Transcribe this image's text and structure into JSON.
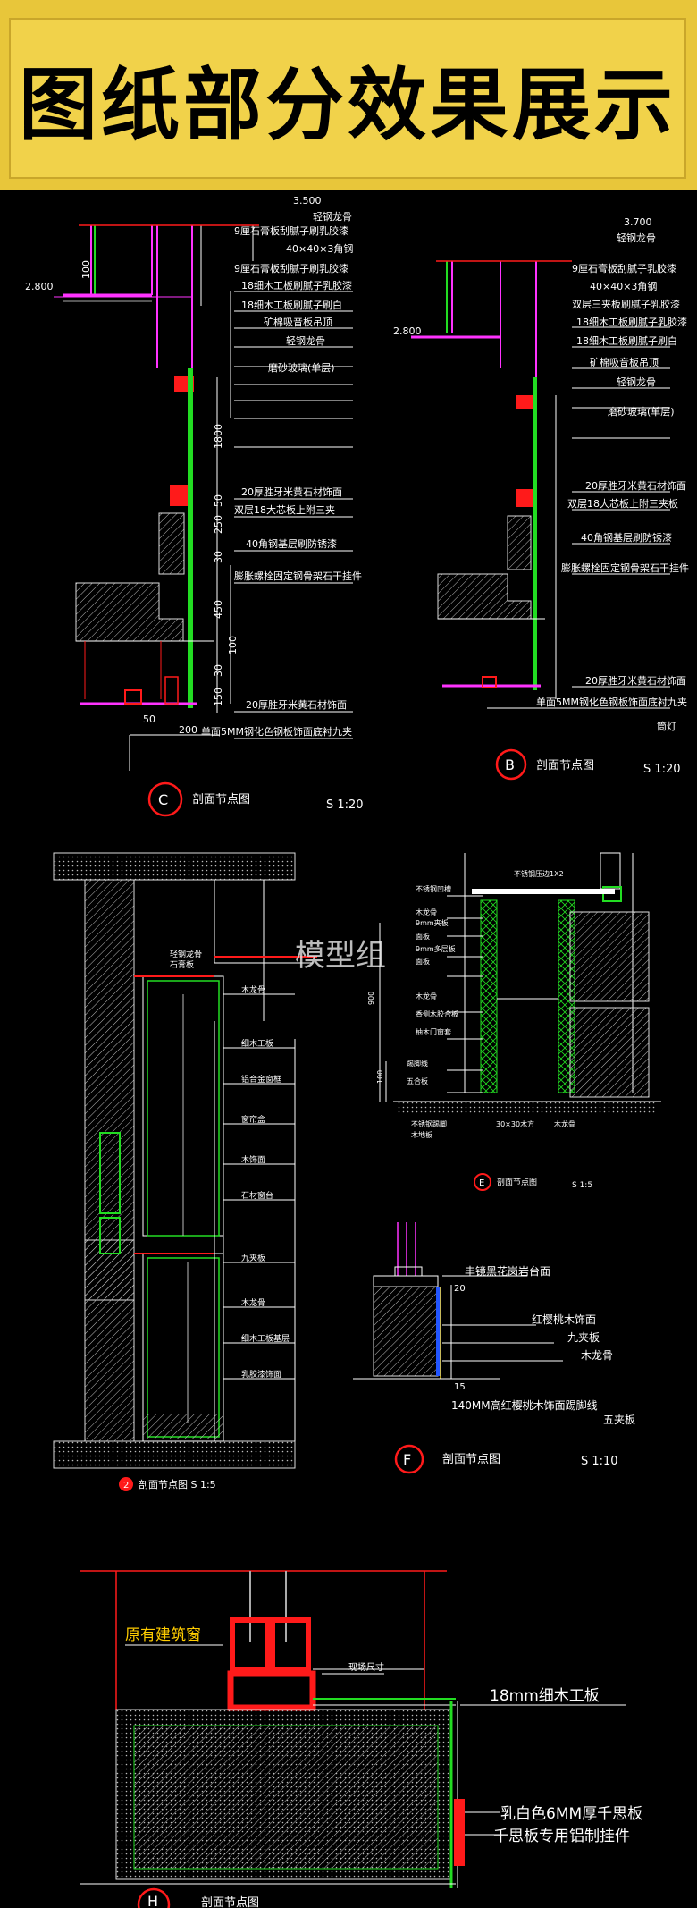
{
  "banner": {
    "title": "图纸部分效果展示",
    "bg_color": "#f1d24a"
  },
  "watermark": "模型组",
  "colors": {
    "magenta": "#ff33ff",
    "green": "#22dd22",
    "red": "#ff1a1a",
    "white": "#ffffff",
    "line_gray": "#aaaaaa"
  },
  "detail_c": {
    "letter": "C",
    "title": "剖面节点图",
    "scale": "S 1:20",
    "level_top": "3.500",
    "level_side": "2.800",
    "labels": [
      "轻钢龙骨",
      "9厘石膏板刮腻子刷乳胶漆",
      "40×40×3角钢",
      "9厘石膏板刮腻子刷乳胶漆",
      "18细木工板刷腻子乳胶漆",
      "18细木工板刷腻子刷白",
      "矿棉吸音板吊顶",
      "轻钢龙骨",
      "磨砂玻璃(单层)",
      "20厚胜牙米黄石材饰面",
      "双层18大芯板上附三夹",
      "40角钢基层刷防锈漆",
      "膨胀螺栓固定钢骨架石干挂件",
      "20厚胜牙米黄石材饰面",
      "单面5MM钢化色钢板饰面底衬九夹"
    ],
    "dims": [
      "100",
      "1800",
      "50",
      "250",
      "30",
      "450",
      "100",
      "30",
      "150",
      "50",
      "200"
    ]
  },
  "detail_b": {
    "letter": "B",
    "title": "剖面节点图",
    "scale": "S 1:20",
    "level_top": "3.700",
    "level_side": "2.800",
    "labels": [
      "轻钢龙骨",
      "9厘石膏板刮腻子乳胶漆",
      "40×40×3角钢",
      "双层三夹板刷腻子乳胶漆",
      "18细木工板刷腻子乳胶漆",
      "18细木工板刷腻子刷白",
      "矿棉吸音板吊顶",
      "轻钢龙骨",
      "磨砂玻璃(单层)",
      "20厚胜牙米黄石材饰面",
      "双层18大芯板上附三夹板",
      "40角钢基层刷防锈漆",
      "膨胀螺栓固定钢骨架石干挂件",
      "20厚胜牙米黄石材饰面",
      "单面5MM钢化色钢板饰面底衬九夹",
      "筒灯"
    ]
  },
  "detail_2": {
    "number": "2",
    "title": "剖面节点图 S 1:5",
    "labels": [
      "轻钢龙骨",
      "石膏板",
      "木龙骨",
      "细木工板",
      "铝合金窗框",
      "窗帘盒",
      "木饰面",
      "石材窗台",
      "九夹板",
      "木龙骨",
      "细木工板基层",
      "乳胶漆饰面"
    ]
  },
  "detail_e": {
    "letter": "E",
    "title": "剖面节点图",
    "scale": "S 1:5",
    "labels": [
      "不锈钢压边1X2",
      "不锈钢凹槽",
      "木龙骨",
      "9mm夹板",
      "面板",
      "9mm多层板",
      "面板",
      "木龙骨",
      "香侧木胶合板",
      "柚木门窗套",
      "踢脚线",
      "五合板",
      "不锈钢踢脚",
      "30×30木方",
      "木龙骨",
      "木地板"
    ],
    "dims": [
      "900",
      "100"
    ]
  },
  "detail_f": {
    "letter": "F",
    "title": "剖面节点图",
    "scale": "S 1:10",
    "labels": [
      "丰镜黑花岗岩台面",
      "红樱桃木饰面",
      "九夹板",
      "木龙骨",
      "140MM高红樱桃木饰面踢脚线",
      "五夹板"
    ],
    "dims": [
      "20",
      "15"
    ]
  },
  "detail_h": {
    "letter": "H",
    "title": "剖面节点图",
    "labels": [
      "原有建筑窗",
      "现场尺寸",
      "18mm细木工板",
      "乳白色6MM厚千思板",
      "千思板专用铝制挂件"
    ]
  }
}
